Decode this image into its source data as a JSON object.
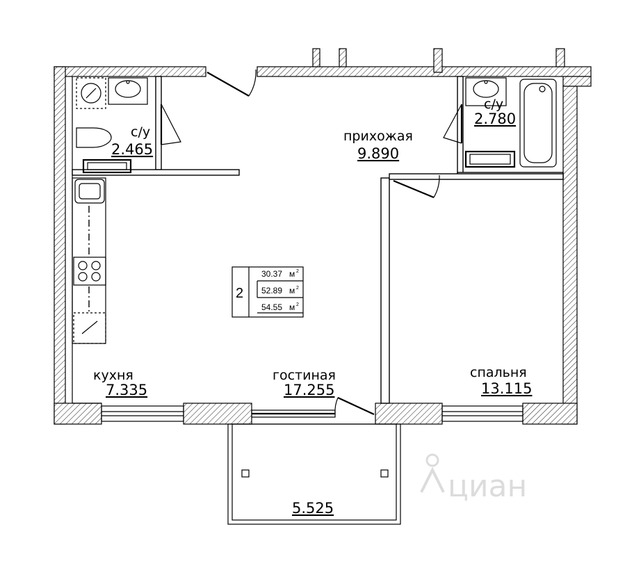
{
  "rooms": {
    "bath1": {
      "name": "с/у",
      "area": "2.465"
    },
    "bath2": {
      "name": "с/у",
      "area": "2.780"
    },
    "hall": {
      "name": "прихожая",
      "area": "9.890"
    },
    "kitchen": {
      "name": "кухня",
      "area": "7.335"
    },
    "living": {
      "name": "гостиная",
      "area": "17.255"
    },
    "bedroom": {
      "name": "спальня",
      "area": "13.115"
    },
    "balcony": {
      "area": "5.525"
    }
  },
  "summary": {
    "rooms_count": "2",
    "area_living": "30.37",
    "area_total": "52.89",
    "area_with_balcony": "54.55",
    "unit": "м",
    "unit_power": "2"
  },
  "watermark": {
    "text": "циан",
    "icon": "cian-logo-icon"
  },
  "colors": {
    "line": "#000000",
    "background": "#ffffff",
    "watermark": "#d9d9d9"
  }
}
